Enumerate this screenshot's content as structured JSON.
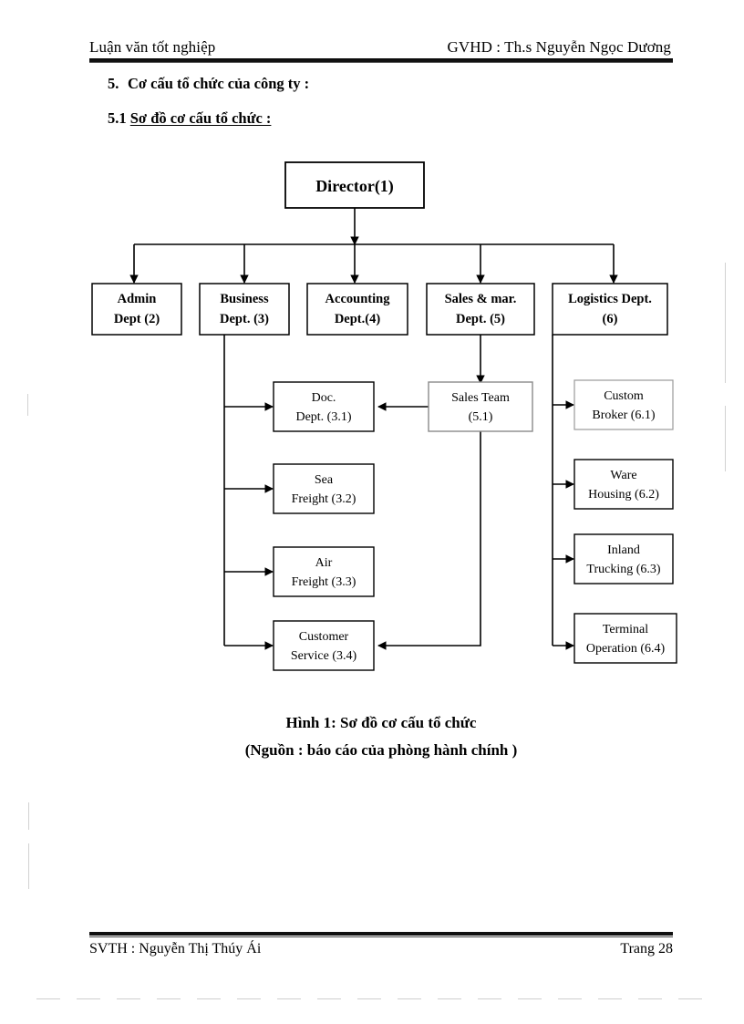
{
  "header": {
    "left": "Luận văn tốt nghiệp",
    "right": "GVHD : Th.s Nguyễn Ngọc Dương"
  },
  "headings": {
    "section_number": "5.",
    "section_title": "Cơ cấu tổ chức của công ty :",
    "subsection_number": "5.1",
    "subsection_title": "Sơ đồ cơ cấu tổ chức :"
  },
  "chart_data": {
    "type": "diagram",
    "title": "Sơ đồ cơ cấu tổ chức",
    "root": "Director(1)",
    "nodes": [
      {
        "id": "1",
        "label_line1": "Director(1)",
        "label_line2": "",
        "level": 1
      },
      {
        "id": "2",
        "label_line1": "Admin",
        "label_line2": "Dept (2)",
        "level": 2
      },
      {
        "id": "3",
        "label_line1": "Business",
        "label_line2": "Dept. (3)",
        "level": 2
      },
      {
        "id": "4",
        "label_line1": "Accounting",
        "label_line2": "Dept.(4)",
        "level": 2
      },
      {
        "id": "5",
        "label_line1": "Sales & mar.",
        "label_line2": "Dept. (5)",
        "level": 2
      },
      {
        "id": "6",
        "label_line1": "Logistics Dept.",
        "label_line2": "(6)",
        "level": 2
      },
      {
        "id": "3.1",
        "label_line1": "Doc.",
        "label_line2": "Dept. (3.1)",
        "level": 3
      },
      {
        "id": "3.2",
        "label_line1": "Sea",
        "label_line2": "Freight (3.2)",
        "level": 3
      },
      {
        "id": "3.3",
        "label_line1": "Air",
        "label_line2": "Freight (3.3)",
        "level": 3
      },
      {
        "id": "3.4",
        "label_line1": "Customer",
        "label_line2": "Service (3.4)",
        "level": 3
      },
      {
        "id": "5.1",
        "label_line1": "Sales Team",
        "label_line2": "(5.1)",
        "level": 3
      },
      {
        "id": "6.1",
        "label_line1": "Custom",
        "label_line2": "Broker (6.1)",
        "level": 3
      },
      {
        "id": "6.2",
        "label_line1": "Ware",
        "label_line2": "Housing (6.2)",
        "level": 3
      },
      {
        "id": "6.3",
        "label_line1": "Inland",
        "label_line2": "Trucking (6.3)",
        "level": 3
      },
      {
        "id": "6.4",
        "label_line1": "Terminal",
        "label_line2": "Operation (6.4)",
        "level": 3
      }
    ],
    "edges": [
      {
        "from": "1",
        "to": "2"
      },
      {
        "from": "1",
        "to": "3"
      },
      {
        "from": "1",
        "to": "4"
      },
      {
        "from": "1",
        "to": "5"
      },
      {
        "from": "1",
        "to": "6"
      },
      {
        "from": "3",
        "to": "3.1"
      },
      {
        "from": "3",
        "to": "3.2"
      },
      {
        "from": "3",
        "to": "3.3"
      },
      {
        "from": "3",
        "to": "3.4"
      },
      {
        "from": "5",
        "to": "5.1"
      },
      {
        "from": "5.1",
        "to": "3.1"
      },
      {
        "from": "5.1",
        "to": "3.4"
      },
      {
        "from": "6",
        "to": "6.1"
      },
      {
        "from": "6",
        "to": "6.2"
      },
      {
        "from": "6",
        "to": "6.3"
      },
      {
        "from": "6",
        "to": "6.4"
      }
    ]
  },
  "caption": {
    "line1": "Hình 1: Sơ đồ cơ cấu tổ chức",
    "line2": "(Nguồn : báo cáo của phòng hành chính )"
  },
  "footer": {
    "left": "SVTH : Nguyễn Thị Thúy Ái",
    "right": "Trang 28"
  },
  "colors": {
    "ink": "#000000",
    "paper": "#ffffff",
    "faded_border": "#8a8a8a"
  }
}
